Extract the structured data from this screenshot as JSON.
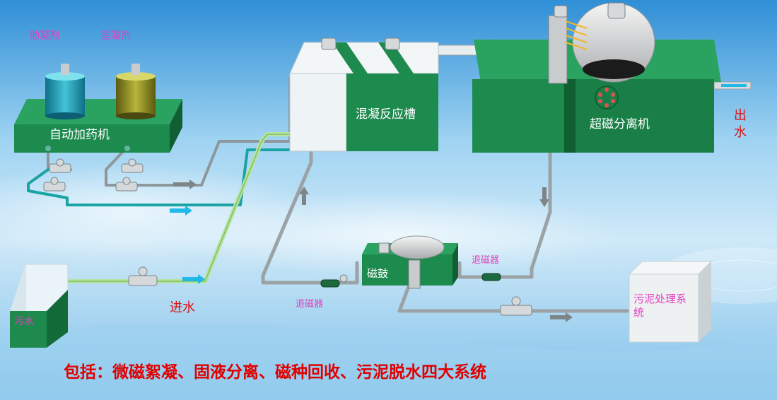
{
  "labels": {
    "coagulant_aid": "助凝剂",
    "coagulant": "混凝剂",
    "auto_dosing_machine": "自动加药机",
    "coagulation_tank": "混凝反应槽",
    "super_magnetic_separator": "超磁分离机",
    "outlet_water": "出\n水",
    "inlet_water": "进水",
    "sewage": "污水",
    "magnetic_drum": "磁鼓",
    "demagnetizer_left": "退磁器",
    "demagnetizer_right": "退磁器",
    "sludge_system": "污泥处理系统"
  },
  "footer": "包括：微磁絮凝、固液分离、磁种回收、污泥脱水四大系统",
  "colors": {
    "equipment_green": "#1d8a4e",
    "equipment_dark": "#116b3a",
    "pipe_gray": "#8e979c",
    "pipe_teal": "#1aa3a3",
    "pipe_lightgreen": "#b7e4a0",
    "flow_arrow_blue": "#22b8e8",
    "text_red": "#e00000",
    "text_magenta": "#e040c0",
    "background_sky": "#5aaee6"
  },
  "icons": [
    "valve-icon",
    "pump-icon",
    "flow-arrow-icon",
    "mixer-motor-icon",
    "magnetic-disc-icon"
  ]
}
